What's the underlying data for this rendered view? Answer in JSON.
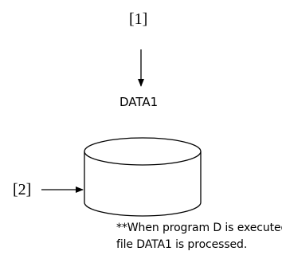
{
  "diagram": {
    "top_label": "[1]",
    "data_label": "DATA1",
    "left_label": "[2]",
    "note": {
      "line1": "**When program D is executed,",
      "line2": "file DATA1 is processed."
    }
  },
  "colors": {
    "stroke": "#000000",
    "background": "#ffffff",
    "text": "#000000"
  }
}
